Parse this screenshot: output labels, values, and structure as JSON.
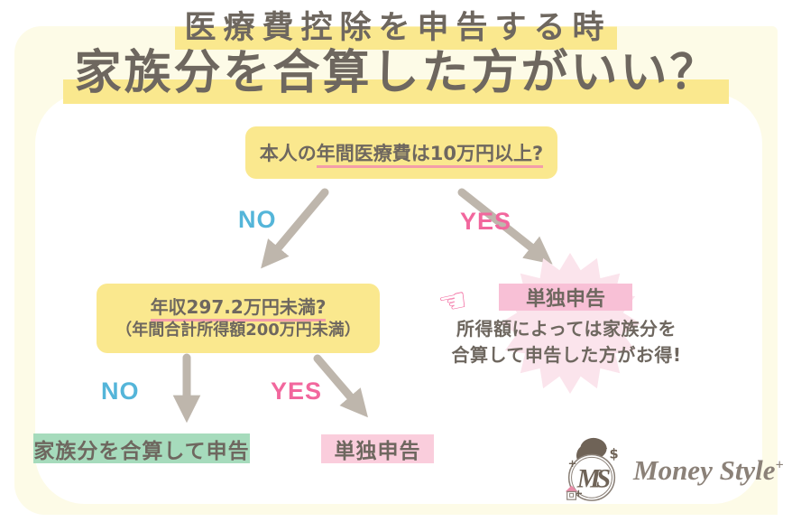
{
  "header": {
    "kicker": "医療費控除を申告する時",
    "title": "家族分を合算した方がいい？"
  },
  "flow": {
    "q1": {
      "prefix": "本人の",
      "question": "年間医療費は10万円以上?"
    },
    "labels": {
      "no1": "NO",
      "yes1": "YES",
      "no2": "NO",
      "yes2": "YES"
    },
    "q2": {
      "line1": "年収297.2万円未満?",
      "line2": "（年間合計所得額200万円未満）"
    },
    "yes_branch": {
      "badge": "単独申告",
      "note1": "所得額によっては家族分を",
      "note2": "合算して申告した方がお得!"
    },
    "results": {
      "combine": "家族分を合算して申告",
      "single": "単独申告"
    }
  },
  "icons": {
    "pointing_hand": "☜"
  },
  "branding": {
    "monogram": "MS",
    "name": "Money Style",
    "plus": "+",
    "dollar": "$",
    "sparkle": "+"
  },
  "colors": {
    "text": "#6E675F",
    "cream_background": "#FDFBE7",
    "yellow_highlight": "#FAE88E",
    "pink_underline": "#F49DA9",
    "no_blue": "#54B5D9",
    "yes_pink": "#F2679D",
    "arrow_gray": "#BEB6AC",
    "result_green": "#A6DBBC",
    "result_pink": "#FACDDC",
    "badge_pink": "#F8C0D6",
    "starburst_pink": "#FBE4EC",
    "logo_brown": "#8B8178"
  }
}
